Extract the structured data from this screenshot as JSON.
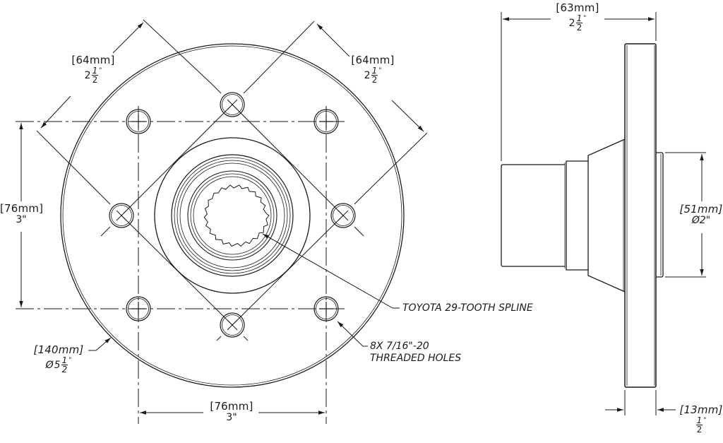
{
  "drawing": {
    "title": "Toyota hub flange technical drawing",
    "line_color": "#1a1a1a",
    "background": "#ffffff"
  },
  "front_view": {
    "dim_diag_left": {
      "metric": "[64mm]",
      "whole": "2",
      "num": "1",
      "den": "2",
      "unit": "\""
    },
    "dim_diag_right": {
      "metric": "[64mm]",
      "whole": "2",
      "num": "1",
      "den": "2",
      "unit": "\""
    },
    "dim_vertical": {
      "metric": "[76mm]",
      "imperial": "3\""
    },
    "dim_horizontal": {
      "metric": "[76mm]",
      "imperial": "3\""
    },
    "dim_outer_diameter": {
      "metric": "[140mm]",
      "symbol": "Ø",
      "whole": "5",
      "num": "1",
      "den": "2",
      "unit": "\""
    },
    "note_spline": "TOYOTA 29-TOOTH SPLINE",
    "note_holes_line1": "8X 7/16\"-20",
    "note_holes_line2": "THREADED HOLES",
    "spline_teeth": 29,
    "hole_count": 8
  },
  "side_view": {
    "dim_overall_length": {
      "metric": "[63mm]",
      "whole": "2",
      "num": "1",
      "den": "2",
      "unit": "\""
    },
    "dim_pilot_diameter": {
      "metric": "[51mm]",
      "imperial": "Ø2\""
    },
    "dim_flange_thickness": {
      "metric": "[13mm]",
      "num": "1",
      "den": "2",
      "unit": "\""
    }
  }
}
